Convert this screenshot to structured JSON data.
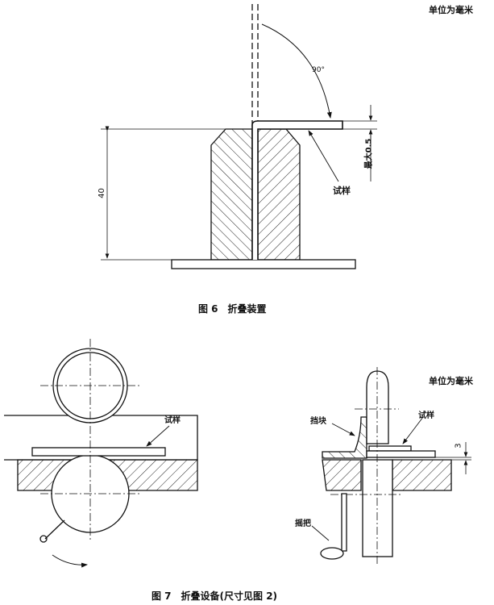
{
  "figure6": {
    "unit_note": "单位为毫米",
    "angle_label": "90°",
    "height_dim": "40",
    "max_dim": "最大0.5",
    "specimen_label": "试样",
    "caption": "图 6　折叠装置"
  },
  "figure7": {
    "unit_note": "单位为毫米",
    "left_specimen_label": "试样",
    "stop_block_label": "挡块",
    "right_specimen_label": "试样",
    "thickness_dim": "3",
    "crank_label": "摇把",
    "caption": "图 7　折叠设备(尺寸见图 2)"
  }
}
